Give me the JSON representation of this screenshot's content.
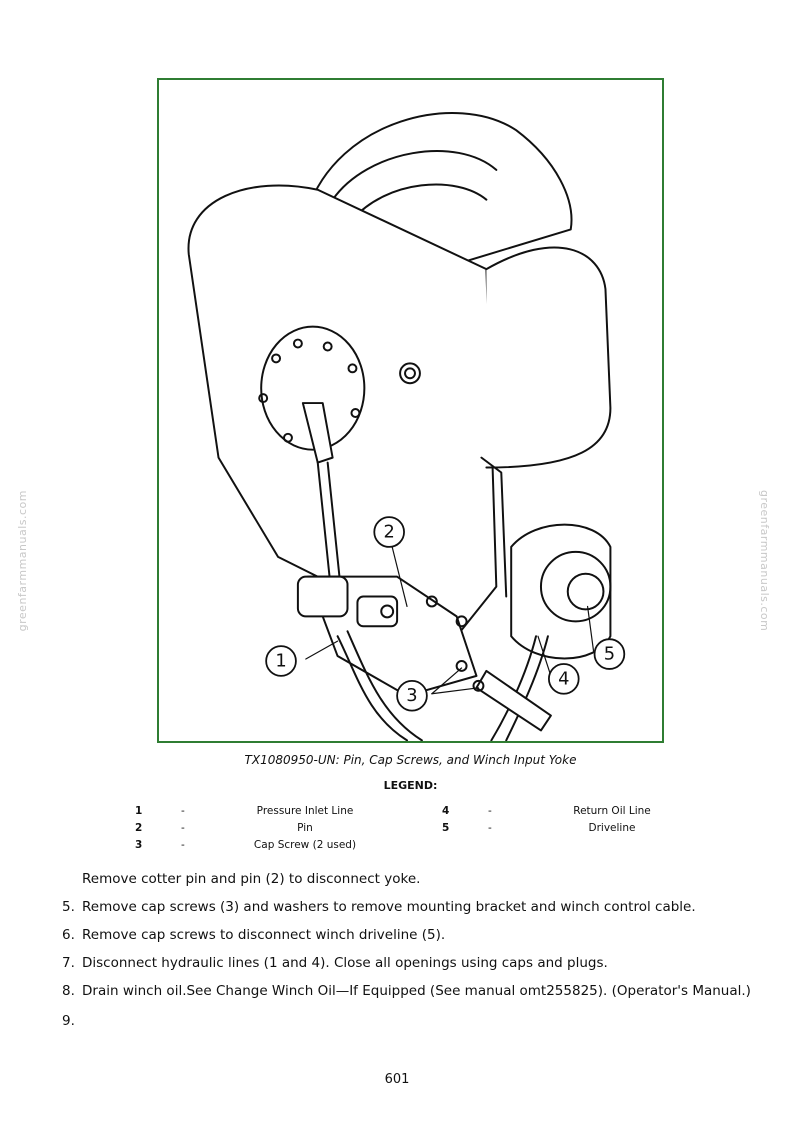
{
  "figure": {
    "caption": "TX1080950-UN: Pin, Cap Screws, and Winch Input Yoke",
    "callouts": [
      "1",
      "2",
      "3",
      "4",
      "5"
    ]
  },
  "watermark": "greenfarmmanuals.com",
  "legend": {
    "title": "LEGEND:",
    "dash": "-",
    "items": [
      {
        "num": "1",
        "desc": "Pressure Inlet Line"
      },
      {
        "num": "2",
        "desc": "Pin"
      },
      {
        "num": "3",
        "desc": "Cap Screw (2 used)"
      },
      {
        "num": "4",
        "desc": "Return Oil Line"
      },
      {
        "num": "5",
        "desc": "Driveline"
      }
    ]
  },
  "steps": [
    {
      "num": "",
      "text": "Remove cotter pin and pin (2) to disconnect yoke."
    },
    {
      "num": "5.",
      "text": "Remove cap screws (3) and washers to remove mounting bracket and winch control cable."
    },
    {
      "num": "6.",
      "text": "Remove cap screws to disconnect winch driveline (5)."
    },
    {
      "num": "7.",
      "text": "Disconnect hydraulic lines (1 and 4). Close all openings using caps and plugs."
    },
    {
      "num": "8.",
      "text": "Drain winch oil.See Change Winch Oil—If Equipped (See manual omt255825). (Operator's Manual.)"
    },
    {
      "num": "9.",
      "text": ""
    }
  ],
  "page_number": "601"
}
